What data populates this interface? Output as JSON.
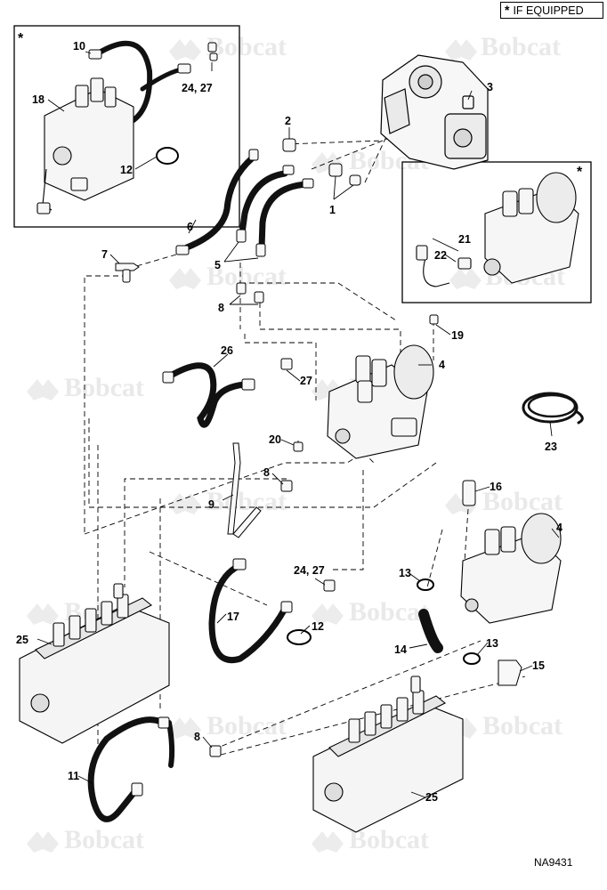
{
  "header": {
    "equipped_symbol": "*",
    "equipped_label": "IF EQUIPPED"
  },
  "figure_id": "NA9431",
  "watermark": "Bobcat",
  "inset_marks": {
    "top_left": "*",
    "right": "*"
  },
  "callouts": [
    "1",
    "2",
    "3",
    "4",
    "4",
    "5",
    "6",
    "7",
    "8",
    "8",
    "8",
    "8",
    "9",
    "10",
    "11",
    "12",
    "12",
    "13",
    "13",
    "14",
    "15",
    "16",
    "17",
    "18",
    "19",
    "20",
    "21",
    "22",
    "23",
    "24, 27",
    "24, 27",
    "25",
    "25",
    "26",
    "27"
  ],
  "colors": {
    "line": "#000000",
    "hose": "#111111",
    "part_fill": "#f7f7f7",
    "watermark": "#e6e6e6"
  }
}
